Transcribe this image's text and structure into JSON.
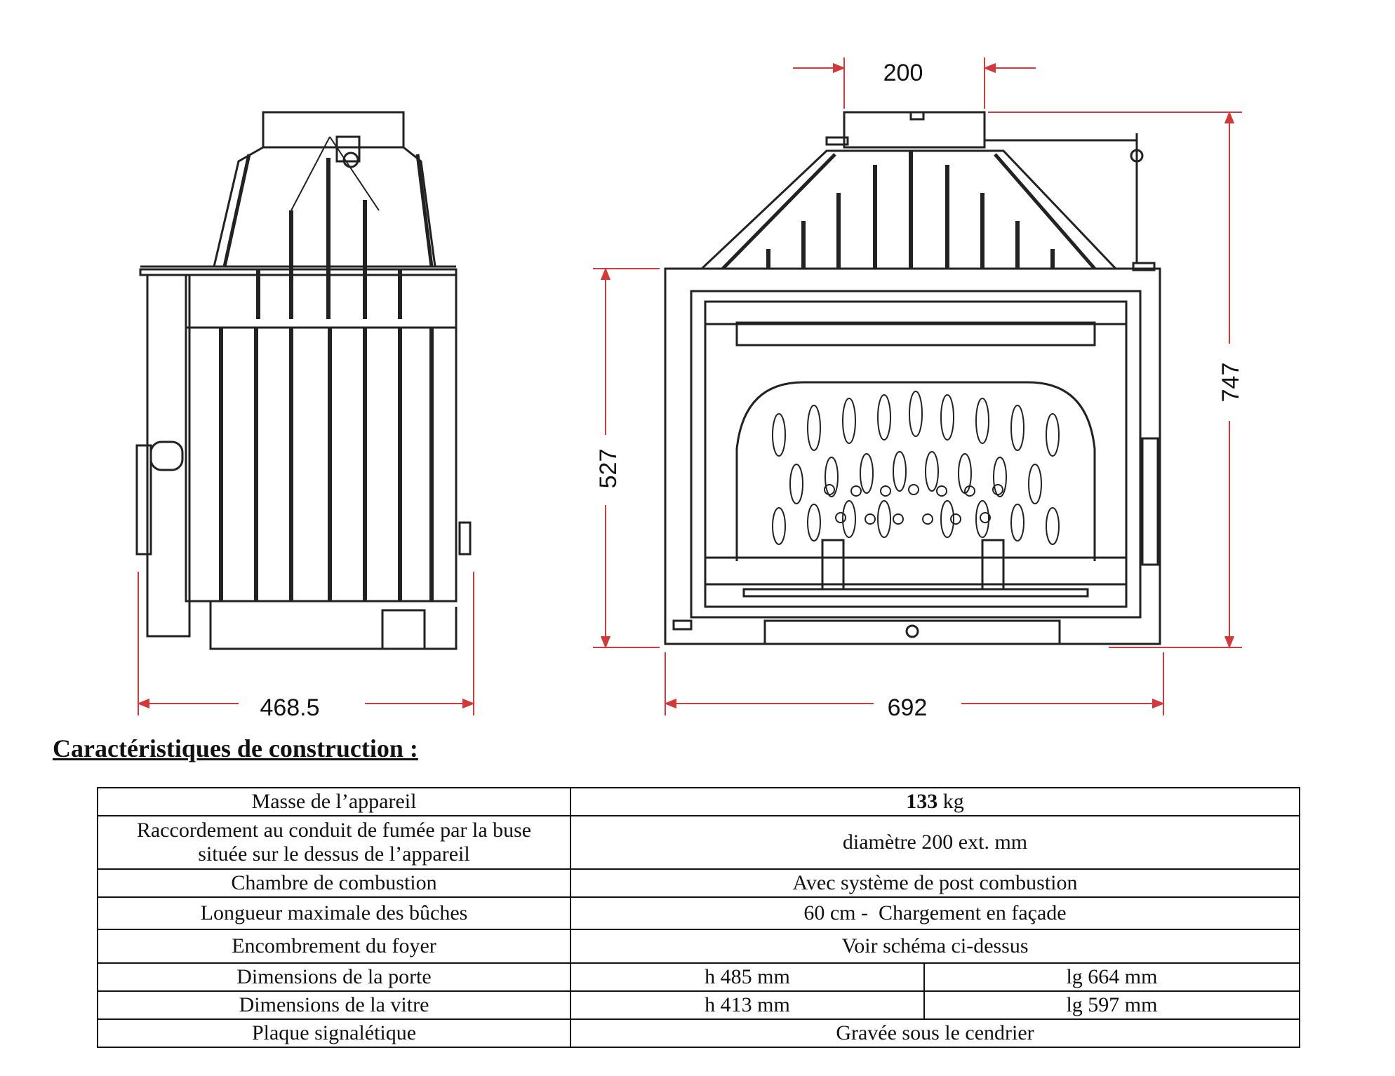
{
  "dimensions": {
    "side_depth": "468.5",
    "front_width": "692",
    "front_height": "527",
    "total_height": "747",
    "flue_diameter": "200"
  },
  "section_title": "Caractéristiques de construction :",
  "specs": {
    "mass": {
      "label": "Masse de l’appareil",
      "value": "133",
      "unit": " kg"
    },
    "flue": {
      "label_line1": "Raccordement au conduit de fumée par la buse",
      "label_line2": "située sur le dessus de l’appareil",
      "value": "diamètre 200 ext. mm"
    },
    "chamber": {
      "label": "Chambre de combustion",
      "value": "Avec système de post combustion"
    },
    "logs": {
      "label": "Longueur maximale des bûches",
      "value": "60 cm -  Chargement en façade"
    },
    "footprint": {
      "label": "Encombrement du foyer",
      "value": "Voir schéma ci-dessus"
    },
    "door": {
      "label": "Dimensions de la porte",
      "height": "h 485 mm",
      "width": "lg 664 mm"
    },
    "glass": {
      "label": "Dimensions de la vitre",
      "height": "h 413 mm",
      "width": "lg 597 mm"
    },
    "plate": {
      "label": "Plaque signalétique",
      "value": "Gravée sous le cendrier"
    }
  }
}
